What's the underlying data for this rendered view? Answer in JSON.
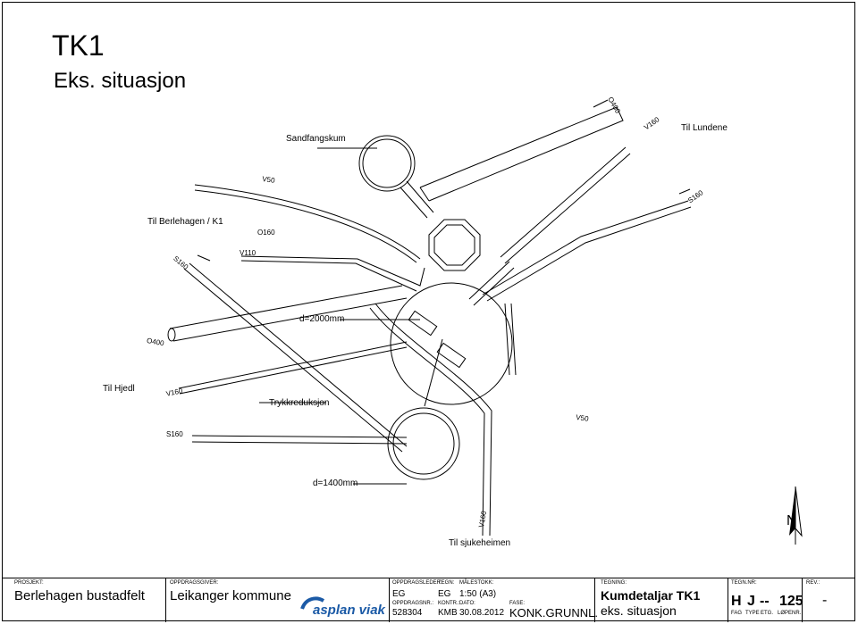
{
  "title": "TK1",
  "subtitle": "Eks. situasjon",
  "labels": {
    "sandfangskum": "Sandfangskum",
    "til_lundene": "Til Lundene",
    "til_berlehagen": "Til Berlehagen / K1",
    "d2000": "d=2000mm",
    "til_hjedl": "Til Hjedl",
    "trykkreduksjon": "Trykkreduksjon",
    "d1400": "d=1400mm",
    "til_sjukeheimen": "Til sjukeheimen"
  },
  "pipes": {
    "o400_top": "O400",
    "v160_top": "V160",
    "s160_right": "S160",
    "v50_top": "V50",
    "o160": "O160",
    "s160_left": "S160",
    "v110": "V110",
    "o400_left": "O400",
    "v160_left": "V160",
    "v50_right": "V50",
    "s160_bottom": "S160",
    "v160_bottom": "V160"
  },
  "north": "N",
  "title_block": {
    "prosjekt_cap": "PROSJEKT:",
    "prosjekt": "Berlehagen bustadfelt",
    "oppdragsgiver_cap": "OPPDRAGSGIVER:",
    "oppdragsgiver": "Leikanger kommune",
    "logo": "asplan viak",
    "oppdragsleder_cap": "OPPDRAGSLEDER:",
    "oppdragsleder": "EG",
    "tegn_cap": "TEGN:",
    "tegn": "EG",
    "malestokk_cap": "MÅLESTOKK:",
    "malestokk": "1:50 (A3)",
    "oppdragsnr_cap": "OPPDRAGSNR.:",
    "oppdragsnr": "528304",
    "kontr_cap": "KONTR.:",
    "kontr": "KMB",
    "dato_cap": "DATO:",
    "dato": "30.08.2012",
    "fase_cap": "FASE:",
    "fase": "KONK.GRUNNL.",
    "tegning_cap": "TEGNING:",
    "tegning_1": "Kumdetaljar TK1",
    "tegning_2": "eks. situasjon",
    "tegn_nr_cap": "TEGN.NR:",
    "fag": "H",
    "type": "J",
    "etg": "--",
    "lopenr": "125",
    "fag_cap": "FAG",
    "type_cap": "TYPE",
    "etg_cap": "ETG.",
    "lopenr_cap": "LØPENR.",
    "rev_cap": "REV.:",
    "rev": "-"
  }
}
